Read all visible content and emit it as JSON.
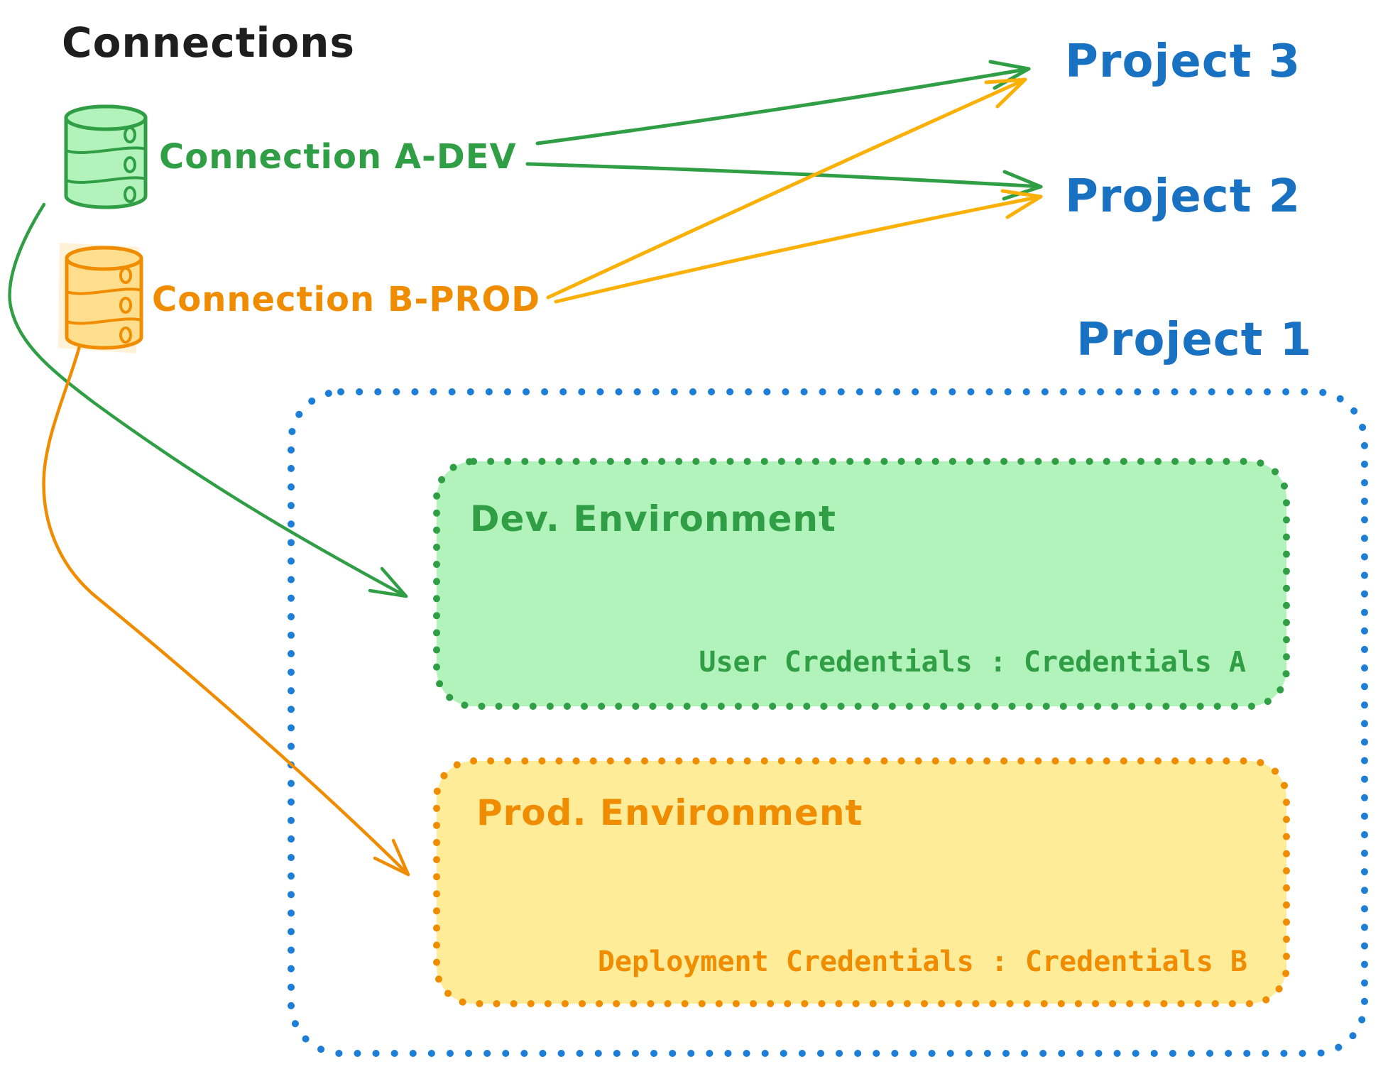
{
  "diagram": {
    "title": "Connections",
    "connections": [
      {
        "id": "a-dev",
        "label": "Connection A-DEV",
        "color": "#2f9e44",
        "icon_fill": "#b2f2bb"
      },
      {
        "id": "b-prod",
        "label": "Connection B-PROD",
        "color": "#f08c00",
        "icon_fill": "#ffdf8e"
      }
    ],
    "projects": [
      {
        "label": "Project 3"
      },
      {
        "label": "Project 2"
      },
      {
        "label": "Project 1"
      }
    ],
    "environments": [
      {
        "title": "Dev. Environment",
        "credentials": "User Credentials : Credentials A",
        "stroke": "#2f9e44",
        "fill": "#b2f2bb"
      },
      {
        "title": "Prod. Environment",
        "credentials": "Deployment Credentials : Credentials B",
        "stroke": "#f08c00",
        "fill": "#ffec99"
      }
    ],
    "edges": [
      {
        "from": "Connection A-DEV",
        "to": "Project 3",
        "color": "#2f9e44"
      },
      {
        "from": "Connection A-DEV",
        "to": "Project 2",
        "color": "#2f9e44"
      },
      {
        "from": "Connection B-PROD",
        "to": "Project 3",
        "color": "#fab005"
      },
      {
        "from": "Connection B-PROD",
        "to": "Project 2",
        "color": "#fab005"
      },
      {
        "from": "Connection A-DEV",
        "to": "Dev. Environment (Project 1)",
        "color": "#2f9e44"
      },
      {
        "from": "Connection B-PROD",
        "to": "Prod. Environment (Project 1)",
        "color": "#f08c00"
      }
    ],
    "colors": {
      "title_black": "#1e1e1e",
      "project_blue": "#1971c2",
      "project1_border_blue": "#1c7ed6",
      "dev_green": "#2f9e44",
      "dev_green_fill": "#b2f2bb",
      "prod_orange": "#f08c00",
      "prod_orange_fill": "#ffec99",
      "prod_arrow_yellow": "#fab005"
    }
  }
}
